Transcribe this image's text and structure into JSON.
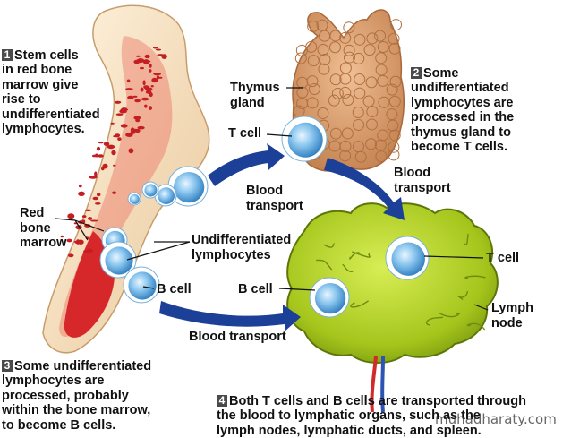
{
  "steps": [
    {
      "number": "1",
      "text": "Stem cells\nin red bone\nmarrow give\nrise to\nundifferentiated\nlymphocytes."
    },
    {
      "number": "2",
      "text": "Some\nundifferentiated\nlymphocytes are\nprocessed in the\nthymus gland to\nbecome T cells."
    },
    {
      "number": "3",
      "text": "Some undifferentiated\nlymphocytes are\nprocessed, probably\nwithin the bone marrow,\nto become B cells."
    },
    {
      "number": "4",
      "text": "Both T cells and B cells are transported through\nthe blood to lymphatic organs, such as the\nlymph nodes, lymphatic ducts, and spleen."
    }
  ],
  "labels": {
    "thymus_gland": "Thymus\ngland",
    "t_cell_thymus": "T cell",
    "red_bone_marrow": "Red\nbone\nmarrow",
    "undifferentiated": "Undifferentiated\nlymphocytes",
    "b_cell_bone": "B cell",
    "b_cell_node": "B cell",
    "t_cell_node": "T cell",
    "lymph_node": "Lymph\nnode",
    "blood_transport_1": "Blood\ntransport",
    "blood_transport_2": "Blood\ntransport",
    "blood_transport_3": "Blood transport"
  },
  "watermark": "muhadharaty.com",
  "colors": {
    "bone": "#f3dcb6",
    "marrow": "#d6282a",
    "thymus": "#d99a6a",
    "lymph_node": "#a8c81e",
    "cell": "#5aa7dd",
    "arrow": "#1c3f97"
  }
}
